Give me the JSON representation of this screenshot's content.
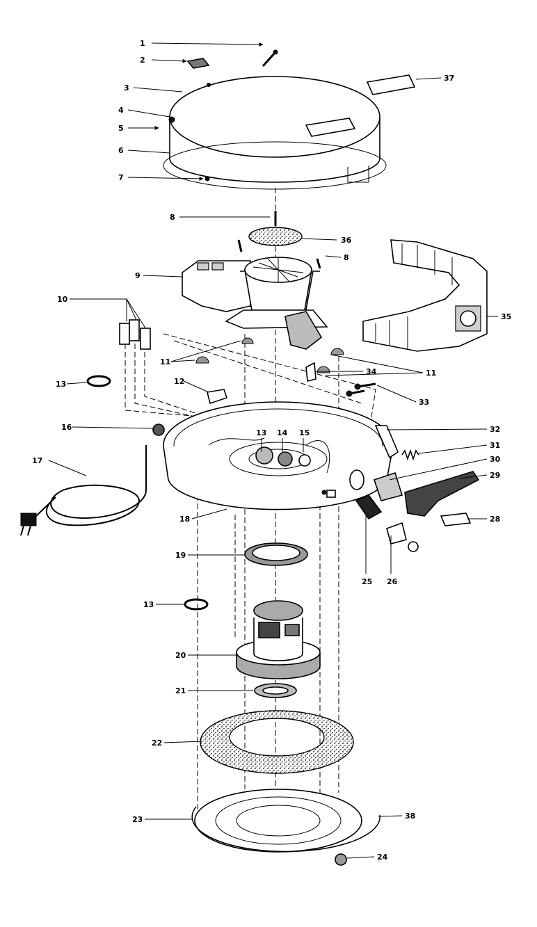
{
  "diagram": {
    "callouts": [
      "1",
      "2",
      "3",
      "4",
      "5",
      "6",
      "7",
      "8",
      "36",
      "8",
      "9",
      "10",
      "11",
      "11",
      "34",
      "12",
      "13",
      "33",
      "32",
      "31",
      "16",
      "13",
      "14",
      "15",
      "30",
      "17",
      "29",
      "28",
      "18",
      "25",
      "26",
      "19",
      "13",
      "20",
      "21",
      "22",
      "23",
      "38",
      "24",
      "35",
      "37"
    ]
  }
}
